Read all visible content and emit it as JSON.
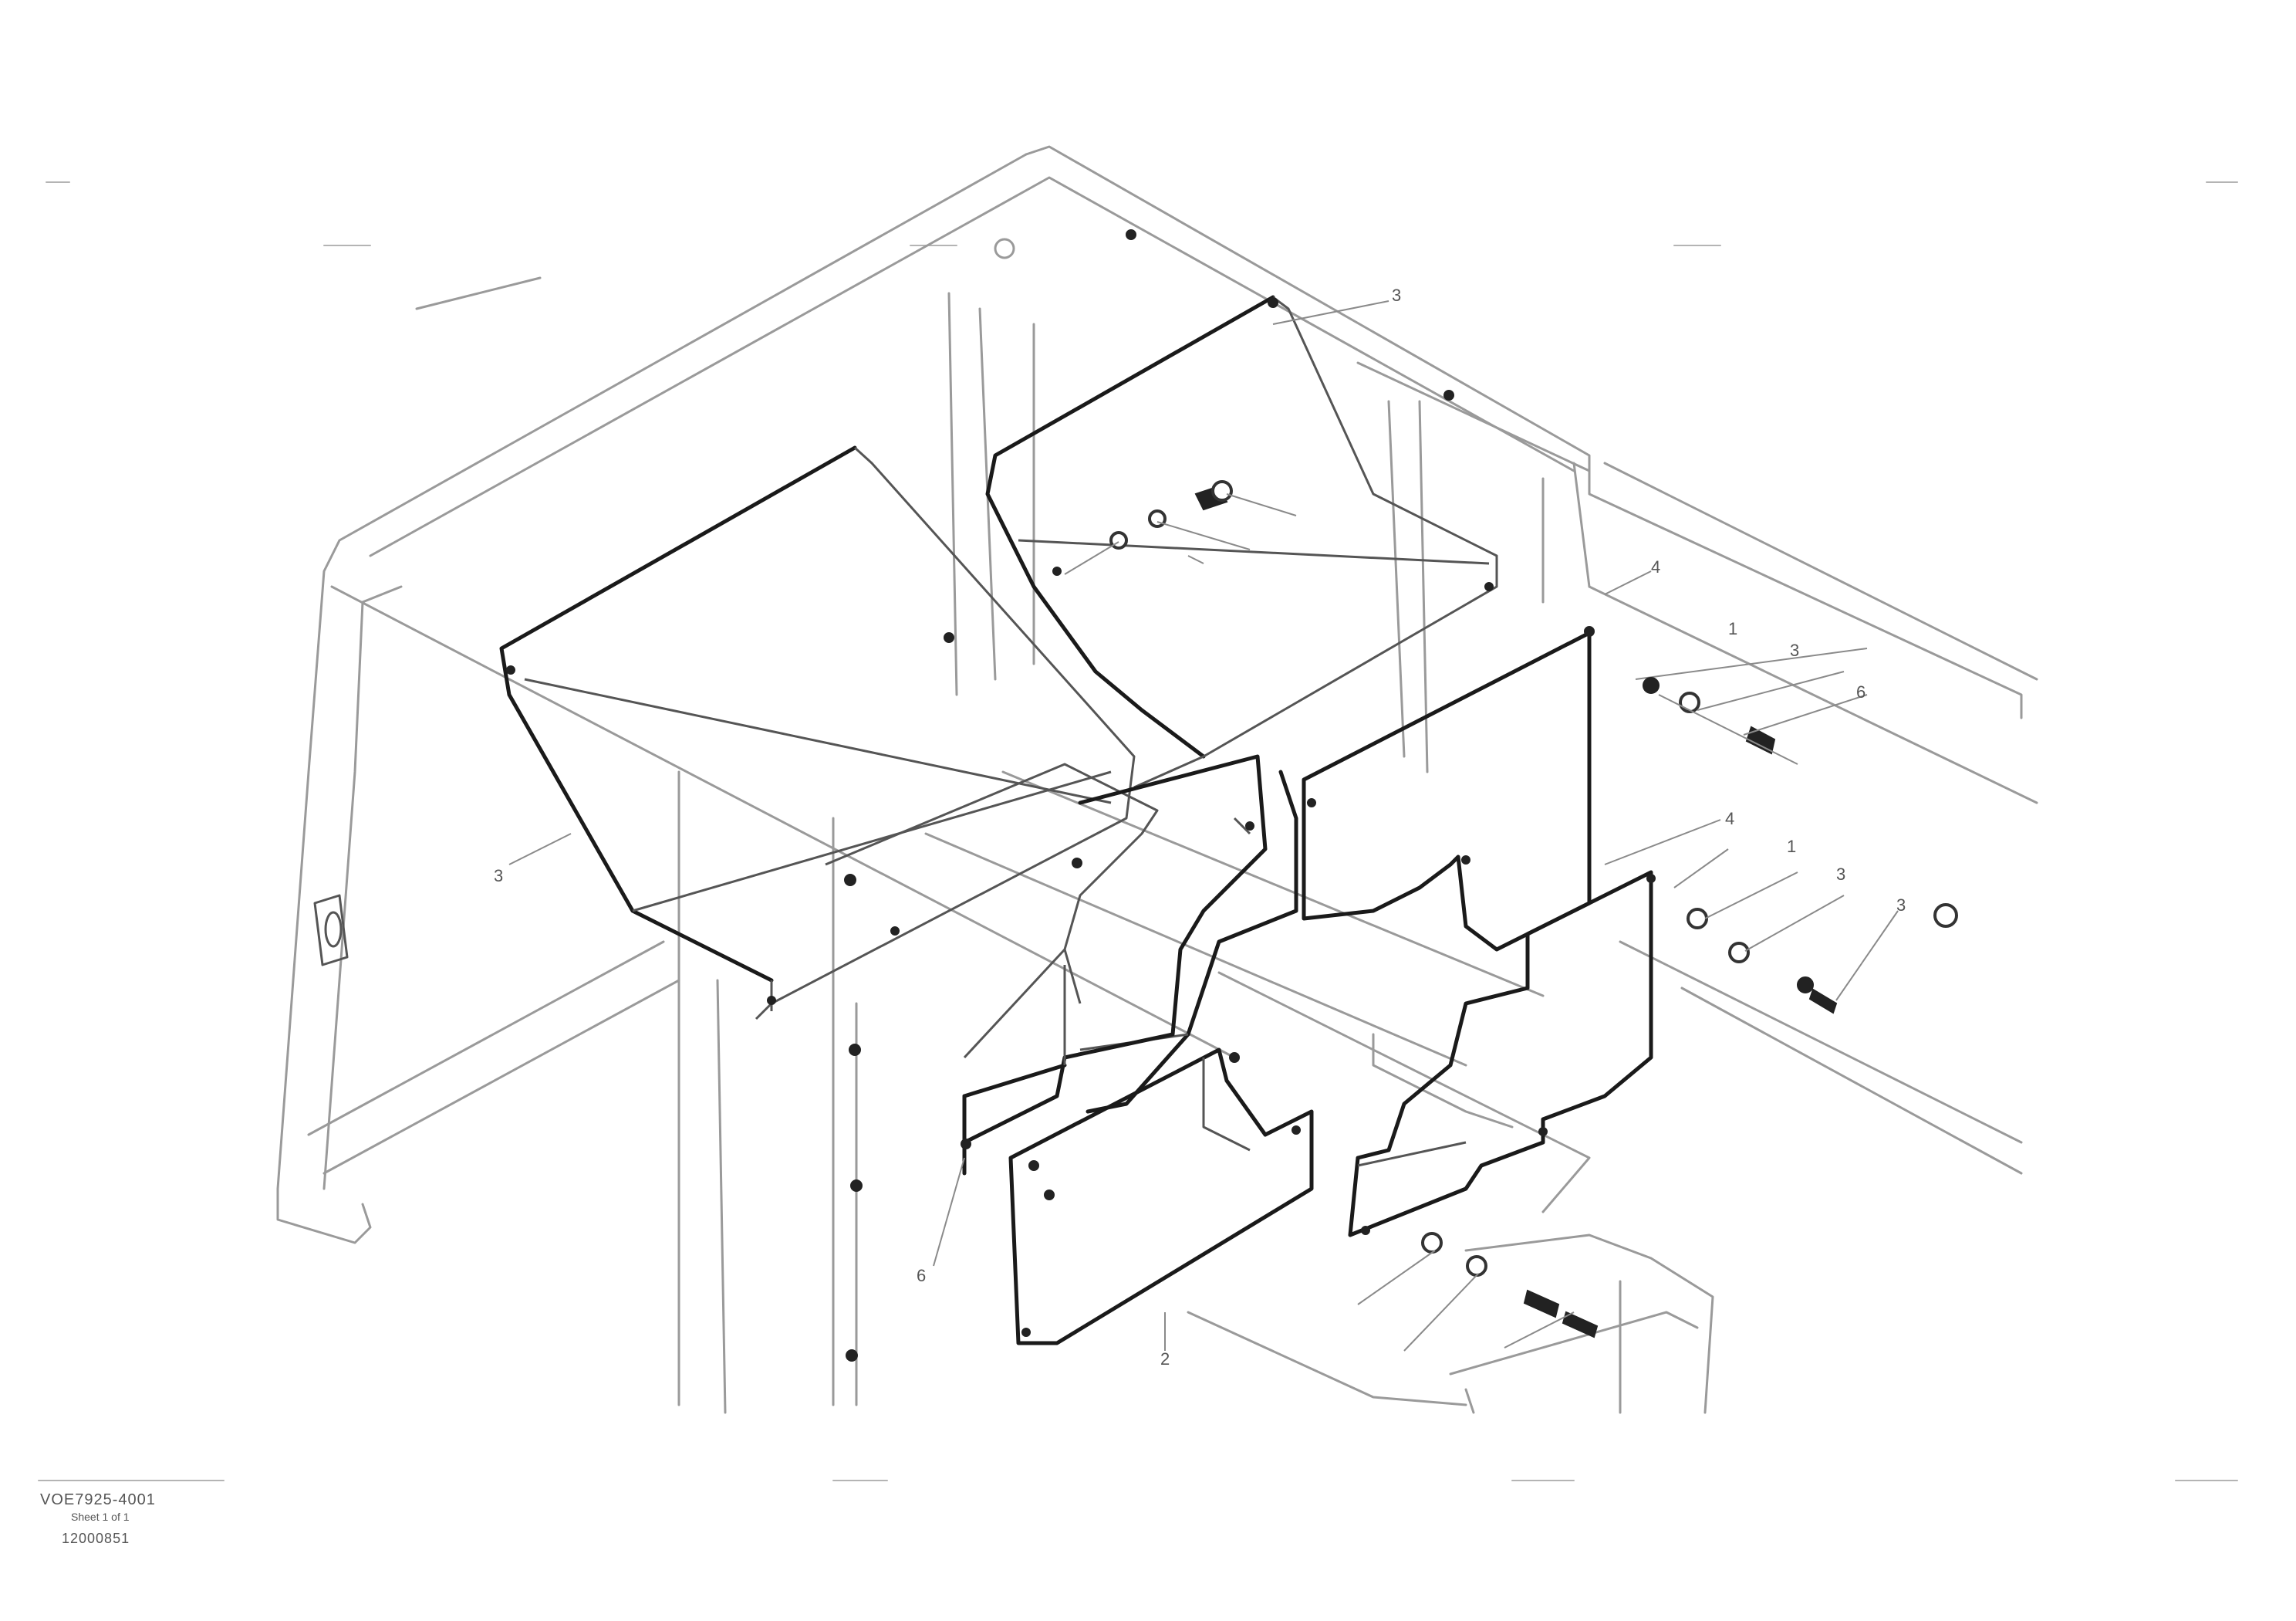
{
  "drawing": {
    "callouts": [
      {
        "id": "c-top",
        "label": "3"
      },
      {
        "id": "c-left",
        "label": "3"
      },
      {
        "id": "c-r1",
        "label": "4"
      },
      {
        "id": "c-r2",
        "label": "1"
      },
      {
        "id": "c-r3",
        "label": "3"
      },
      {
        "id": "c-r4",
        "label": "6"
      },
      {
        "id": "c-r5",
        "label": "4"
      },
      {
        "id": "c-r6",
        "label": "1"
      },
      {
        "id": "c-r7",
        "label": "3"
      },
      {
        "id": "c-r8",
        "label": "3"
      },
      {
        "id": "c-lower-mid",
        "label": "2"
      },
      {
        "id": "c-lower-left",
        "label": "6"
      }
    ]
  },
  "reference": {
    "line1": "VOE7925-4001",
    "line2": "Sheet 1 of 1",
    "line3": "12000851"
  }
}
